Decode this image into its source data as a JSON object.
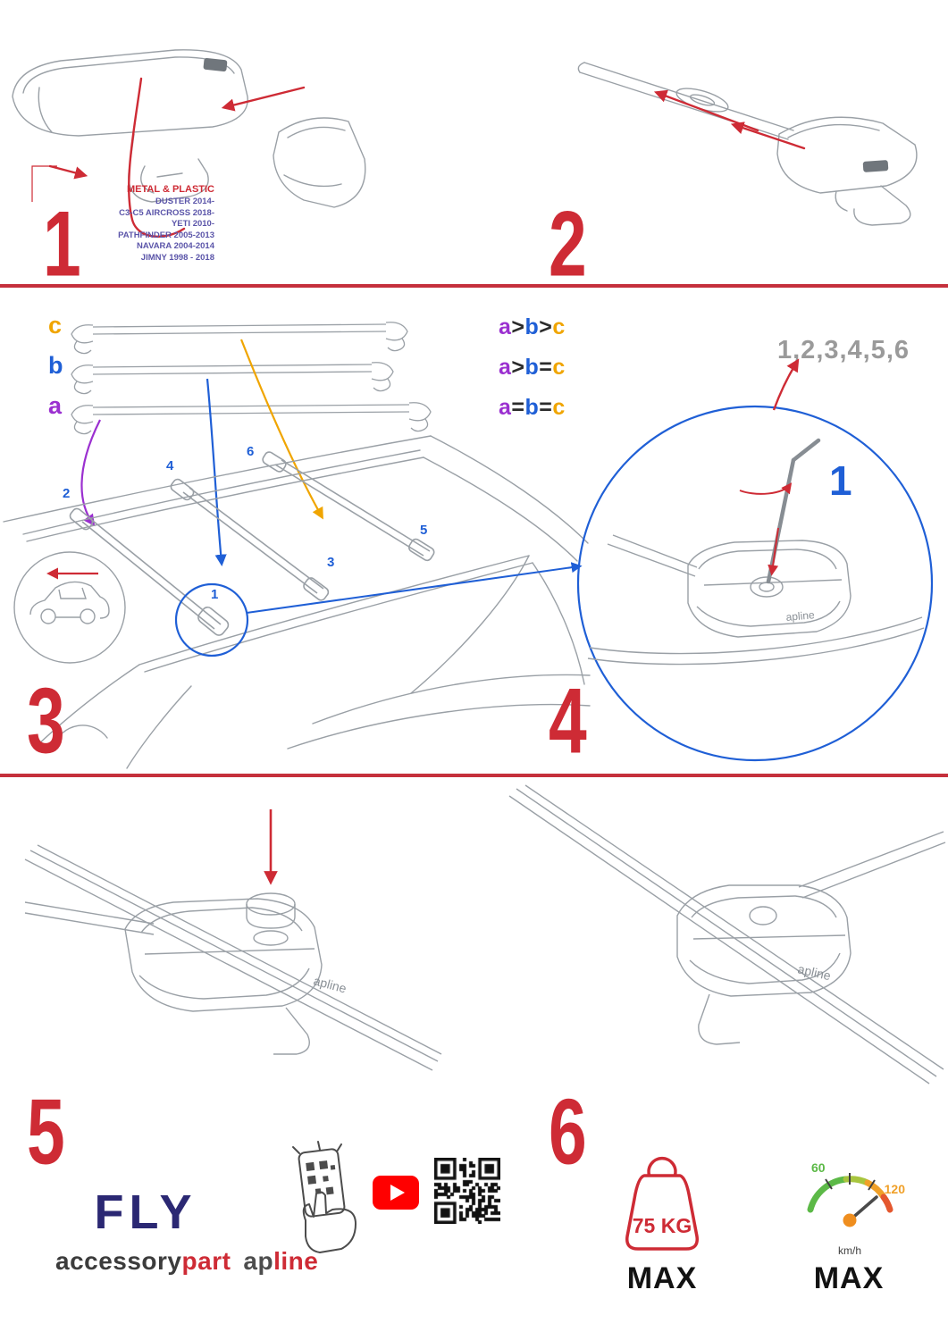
{
  "brand_mark": "apline",
  "steps": {
    "s1": "1",
    "s2": "2",
    "s3": "3",
    "s4": "4",
    "s5": "5",
    "s6": "6"
  },
  "step1": {
    "material": "METAL & PLASTIC",
    "vehicles": [
      "DUSTER 2014-",
      "C3-C5 AIRCROSS 2018-",
      "YETI 2010-",
      "PATHFINDER 2005-2013",
      "NAVARA 2004-2014",
      "JIMNY 1998 - 2018"
    ]
  },
  "step3": {
    "bar_labels": {
      "a": "a",
      "b": "b",
      "c": "c"
    },
    "legend": [
      {
        "a": "a",
        "op1": ">",
        "b": "b",
        "op2": ">",
        "c": "c"
      },
      {
        "a": "a",
        "op1": ">",
        "b": "b",
        "op2": "=",
        "c": "c"
      },
      {
        "a": "a",
        "op1": "=",
        "b": "b",
        "op2": "=",
        "c": "c"
      }
    ],
    "positions": [
      "1",
      "2",
      "3",
      "4",
      "5",
      "6"
    ]
  },
  "step4": {
    "sequence": "1,2,3,4,5,6",
    "first": "1"
  },
  "footer": {
    "fly": "FLY",
    "accessory": "accessory",
    "part": "part",
    "brand_ap": "ap",
    "brand_line": "line",
    "weight": "75 KG",
    "weight_max": "MAX",
    "speed_low": "60",
    "speed_high": "120",
    "speed_unit": "km/h",
    "speed_max": "MAX"
  },
  "colors": {
    "red": "#ce2b35",
    "blue": "#1f5fd6",
    "purple": "#9b30d0",
    "orange": "#f0a500",
    "navy": "#2b2873",
    "gray": "#9a9a9a"
  }
}
